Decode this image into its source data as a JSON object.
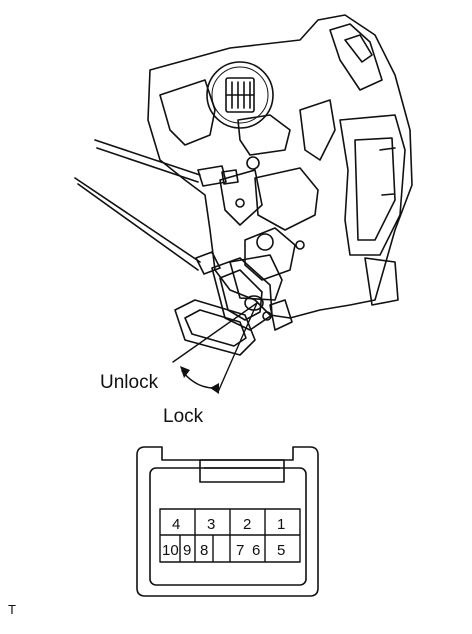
{
  "labels": {
    "unlock": "Unlock",
    "lock": "Lock",
    "corner_mark": "T"
  },
  "connector": {
    "top_row": [
      "4",
      "3",
      "2",
      "1"
    ],
    "bottom_row": [
      "10",
      "9",
      "8",
      "7",
      "6",
      "5"
    ]
  }
}
